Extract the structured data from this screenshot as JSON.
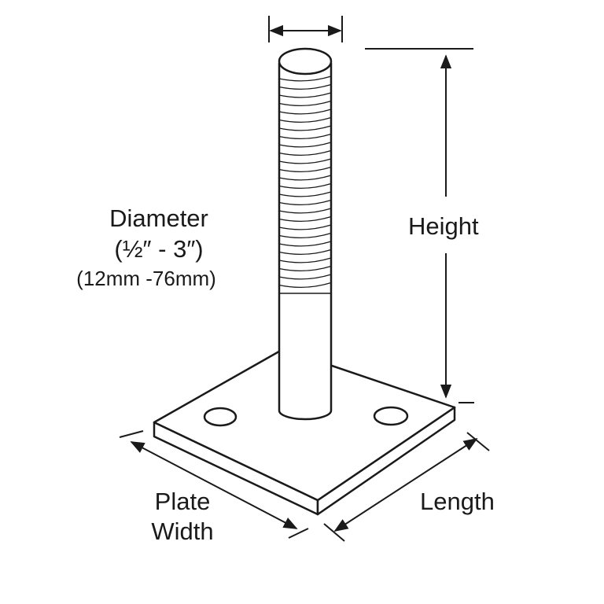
{
  "diagram": {
    "labels": {
      "diameter": {
        "line1": "Diameter",
        "line2": "(½″ - 3″)",
        "line3": "(12mm -76mm)"
      },
      "height": "Height",
      "plate_width": {
        "line1": "Plate",
        "line2": "Width"
      },
      "length": "Length"
    },
    "colors": {
      "ink": "#1a1a1a",
      "fill": "#ffffff"
    }
  }
}
